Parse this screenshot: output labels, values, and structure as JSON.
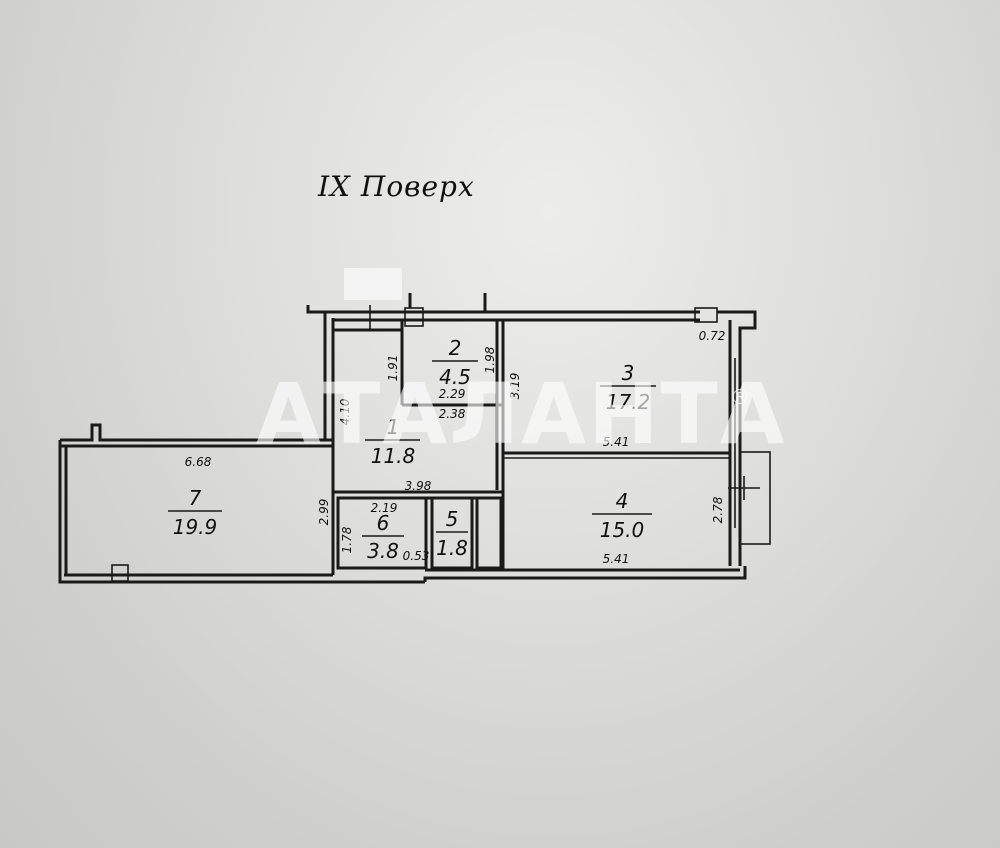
{
  "floor_title": "IX Поверх",
  "watermark": "АТАЛАНТА",
  "watermark_mark": "®",
  "rooms": [
    {
      "number": "1",
      "area": "11.8"
    },
    {
      "number": "2",
      "area": "4.5"
    },
    {
      "number": "3",
      "area": "17.2"
    },
    {
      "number": "4",
      "area": "15.0"
    },
    {
      "number": "5",
      "area": "1.8"
    },
    {
      "number": "6",
      "area": "3.8"
    },
    {
      "number": "7",
      "area": "19.9"
    }
  ],
  "dimensions": {
    "r7_width": "6.68",
    "r7_height": "2.99",
    "r1_height": "4.10",
    "r1_width": "3.98",
    "r2_height_left": "1.91",
    "r2_height_right": "1.98",
    "r2_width_top": "2.29",
    "r2_width_bottom": "2.38",
    "r3_height": "3.19",
    "r3_width": "5.41",
    "balcony": "0.72",
    "r4_height": "2.78",
    "r4_width": "5.41",
    "r6_width": "2.19",
    "r6_height": "1.78",
    "r6_gap": "0.53"
  }
}
